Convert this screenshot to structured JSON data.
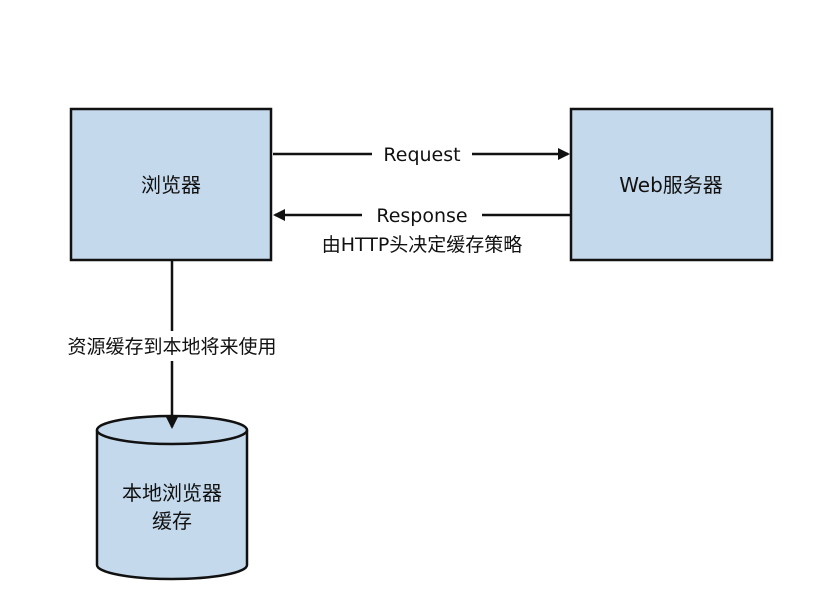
{
  "colors": {
    "node_fill": "#c5d9ec",
    "stroke": "#111111",
    "background": "#ffffff",
    "label_bg": "#ffffff"
  },
  "nodes": {
    "browser": {
      "label": "浏览器"
    },
    "web_server": {
      "label": "Web服务器"
    },
    "local_cache": {
      "label_line1": "本地浏览器",
      "label_line2": "缓存"
    }
  },
  "edges": {
    "request": {
      "label": "Request"
    },
    "response": {
      "label": "Response",
      "sublabel": "由HTTP头决定缓存策略"
    },
    "cache": {
      "label": "资源缓存到本地将来使用"
    }
  }
}
